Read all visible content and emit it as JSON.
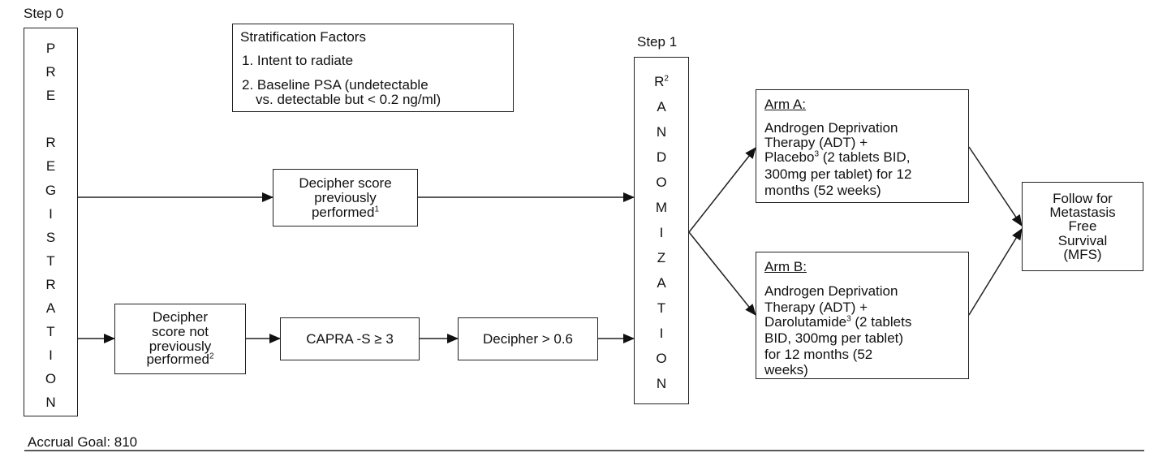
{
  "step0_label": "Step 0",
  "step1_label": "Step 1",
  "preregistration": {
    "letters": [
      "P",
      "R",
      "E",
      "",
      "R",
      "E",
      "G",
      "I",
      "S",
      "T",
      "R",
      "A",
      "T",
      "I",
      "O",
      "N"
    ]
  },
  "stratification": {
    "title": "Stratification Factors",
    "item1": "1. Intent to radiate",
    "item2_line1": "2. Baseline PSA (undetectable",
    "item2_line2": "vs. detectable but < 0.2 ng/ml)"
  },
  "decipher_prev": {
    "line1": "Decipher score",
    "line2": "previously",
    "line3": "performed",
    "sup": "1"
  },
  "decipher_not": {
    "line1": "Decipher",
    "line2": "score not",
    "line3": "previously",
    "line4": "performed",
    "sup": "2"
  },
  "capra": {
    "text": "CAPRA -S ≥ 3"
  },
  "decipher_gt": {
    "text": "Decipher > 0.6"
  },
  "randomization": {
    "first": "R",
    "first_sup": "2",
    "letters": [
      "A",
      "N",
      "D",
      "O",
      "M",
      "I",
      "Z",
      "A",
      "T",
      "I",
      "O",
      "N"
    ]
  },
  "arm_a": {
    "title": "Arm A:",
    "line1": "Androgen Deprivation",
    "line2": "Therapy (ADT) +",
    "line3a": "Placebo",
    "sup": "3",
    "line3b": " (2 tablets BID,",
    "line4": "300mg per tablet) for 12",
    "line5": "months (52 weeks)"
  },
  "arm_b": {
    "title": "Arm B:",
    "line1": "Androgen Deprivation",
    "line2": "Therapy (ADT) +",
    "line3a": "Darolutamide",
    "sup": "3",
    "line3b": " (2 tablets",
    "line4": "BID, 300mg per tablet)",
    "line5": "for 12 months (52",
    "line6": "weeks)"
  },
  "follow": {
    "line1": "Follow for",
    "line2": "Metastasis",
    "line3": "Free",
    "line4": "Survival",
    "line5": "(MFS)"
  },
  "accrual": "Accrual Goal: 810"
}
